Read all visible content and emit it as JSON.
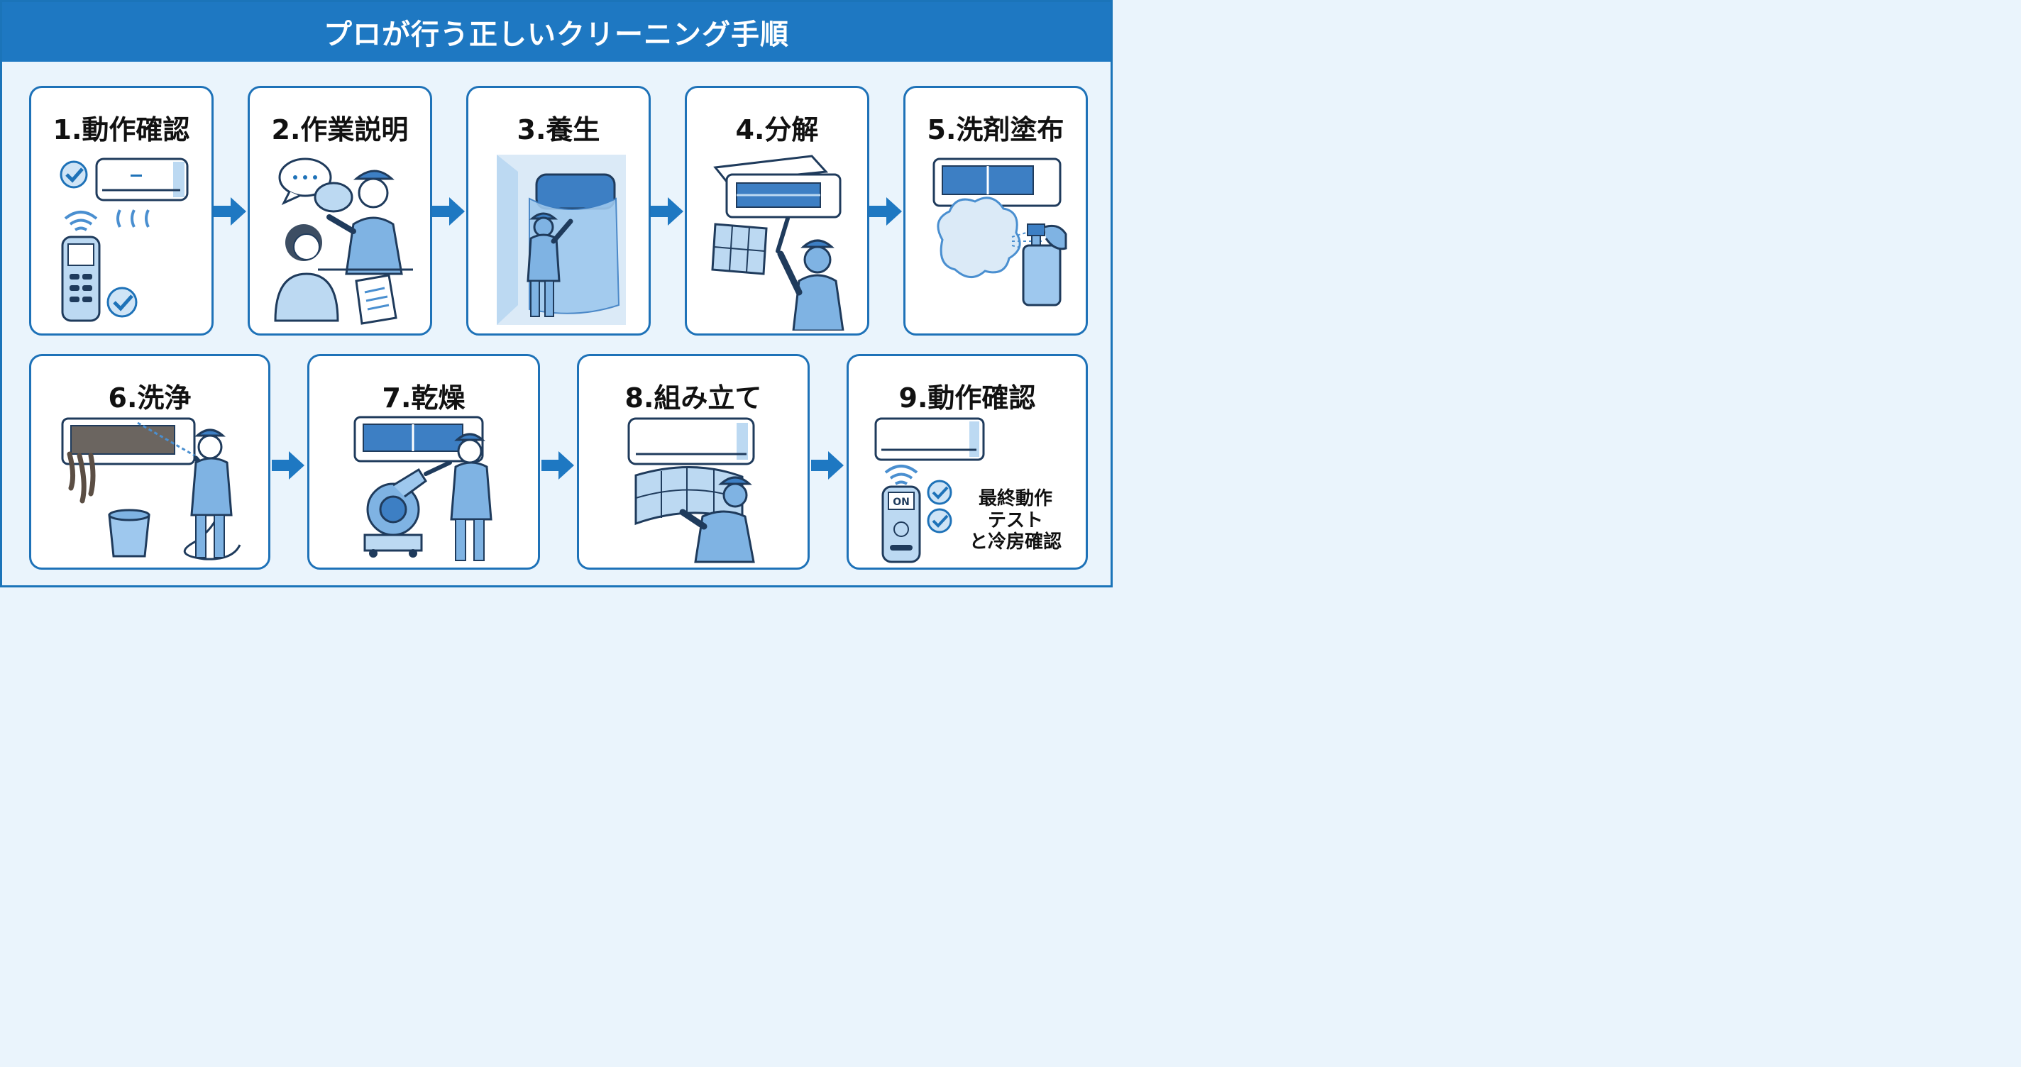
{
  "title": "プロが行う正しいクリーニング手順",
  "steps": [
    {
      "label": "1.動作確認"
    },
    {
      "label": "2.作業説明"
    },
    {
      "label": "3.養生"
    },
    {
      "label": "4.分解"
    },
    {
      "label": "5.洗剤塗布"
    },
    {
      "label": "6.洗浄"
    },
    {
      "label": "7.乾燥"
    },
    {
      "label": "8.組み立て"
    },
    {
      "label": "9.動作確認"
    }
  ],
  "remote_on_label": "ON",
  "final_note": [
    "最終動作",
    "テスト",
    "と冷房確認"
  ],
  "colors": {
    "header": "#1e78c2",
    "border": "#1e72b8",
    "fill_light": "#bcd9f2",
    "fill_mid": "#7fb3e3",
    "fill_dark": "#3d7fc4",
    "background": "#eaf4fc"
  }
}
